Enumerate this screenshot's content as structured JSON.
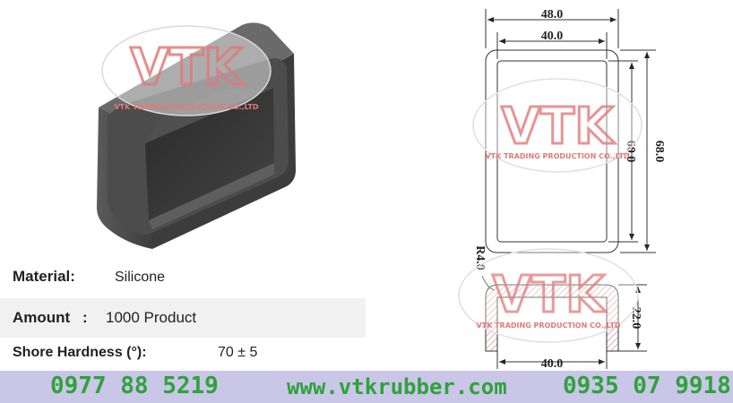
{
  "watermark": {
    "logo": "VTK",
    "company": "VTK TRADING PRODUCTION CO.,LTD"
  },
  "specs": {
    "material_label": "Material:",
    "material_value": "Silicone",
    "amount_label": "Amount",
    "amount_sep": ":",
    "amount_value": "1000 Product",
    "hardness_label": "Shore Hardness (°):",
    "hardness_value": "70 ± 5"
  },
  "drawing": {
    "outer_width": "48.0",
    "inner_width": "40.0",
    "inner_height": "60.0",
    "outer_height": "68.0",
    "radius": "R4.0",
    "depth": "22.0",
    "section_width": "40.0"
  },
  "footer": {
    "phone_left": "0977 88 5219",
    "website": "www.vtkrubber.com",
    "phone_right": "0935 07 9918"
  },
  "colors": {
    "accent_green": "#2fa23a",
    "footer_bg": "#c9c6e8",
    "watermark_red": "#e07a7a",
    "watermark_blue": "#7b86c9"
  }
}
